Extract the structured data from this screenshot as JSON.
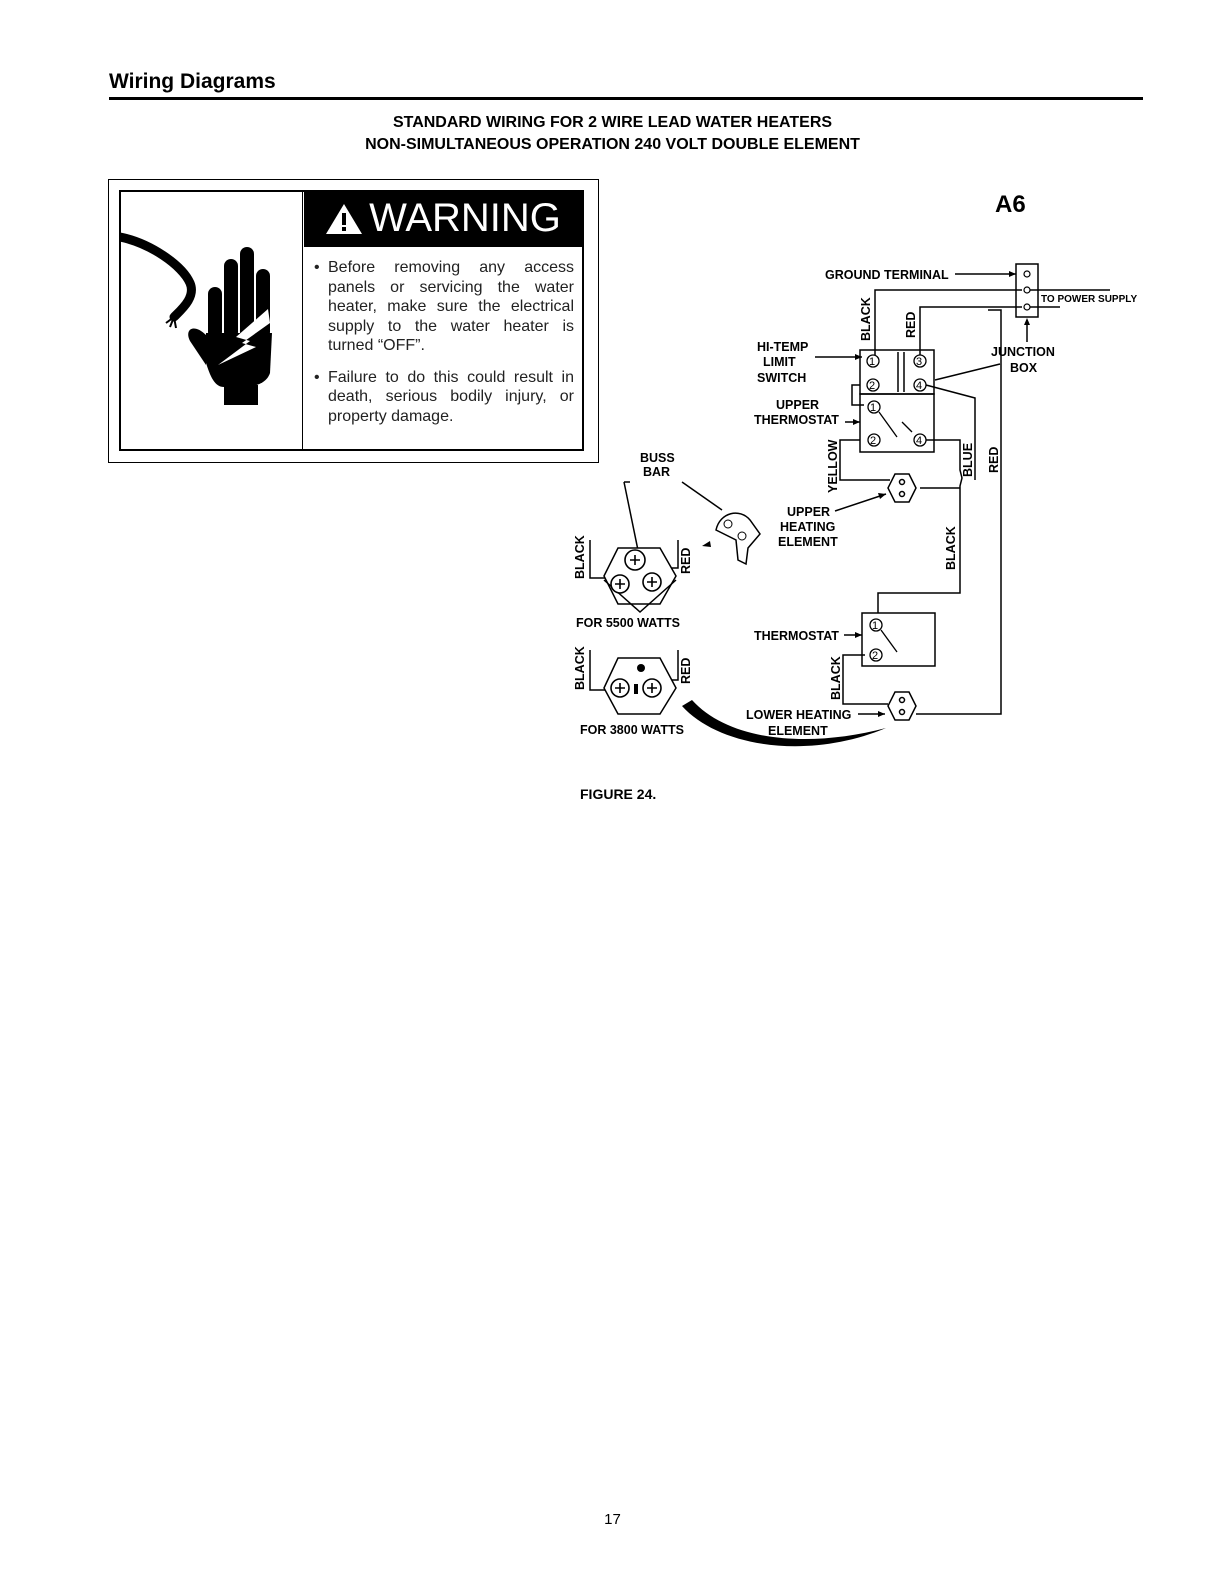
{
  "header": {
    "section_title": "Wiring Diagrams",
    "subtitle_line1": "STANDARD WIRING FOR 2 WIRE LEAD WATER HEATERS",
    "subtitle_line2": "NON-SIMULTANEOUS OPERATION 240 VOLT DOUBLE ELEMENT"
  },
  "warning": {
    "title": "WARNING",
    "bullets": [
      "Before removing any access panels or servicing the water heater, make sure the electrical supply to the water heater is turned “OFF”.",
      "Failure to do this could result in death, serious bodily injury, or property damage."
    ]
  },
  "diagram": {
    "id": "A6",
    "labels": {
      "ground_terminal": "GROUND TERMINAL",
      "to_power_supply": "TO POWER SUPPLY",
      "junction_1": "JUNCTION",
      "junction_2": "BOX",
      "hi_temp_1": "HI-TEMP",
      "hi_temp_2": "LIMIT",
      "hi_temp_3": "SWITCH",
      "upper_thermostat_1": "UPPER",
      "upper_thermostat_2": "THERMOSTAT",
      "buss_1": "BUSS",
      "buss_2": "BAR",
      "upper_element_1": "UPPER",
      "upper_element_2": "HEATING",
      "upper_element_3": "ELEMENT",
      "for_5500": "FOR 5500 WATTS",
      "for_3800": "FOR 3800 WATTS",
      "thermostat": "THERMOSTAT",
      "lower_element_1": "LOWER HEATING",
      "lower_element_2": "ELEMENT"
    },
    "wires": {
      "black": "BLACK",
      "red": "RED",
      "yellow": "YELLOW",
      "blue": "BLUE"
    },
    "terminals": [
      "1",
      "2",
      "3",
      "4"
    ]
  },
  "figure_label": "FIGURE 24.",
  "page_number": "17"
}
